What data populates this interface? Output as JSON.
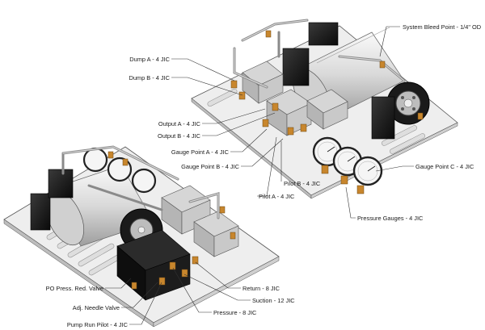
{
  "labels": {
    "system_bleed_point": "System Bleed Point - 1/4\" OD",
    "dump_a": "Dump A - 4 JIC",
    "dump_b": "Dump B - 4 JIC",
    "output_a": "Output A - 4 JIC",
    "output_b": "Output B - 4 JIC",
    "gauge_point_a": "Gauge Point A - 4 JIC",
    "gauge_point_b": "Gauge Point B - 4 JIC",
    "pilot_b": "Pilot B - 4 JIC",
    "pilot_a": "Pilot A - 4 JIC",
    "gauge_point_c": "Gauge Point C - 4 JIC",
    "pressure_gauges": "Pressure Gauges - 4 JIC",
    "po_press_red_valve": "PO Press. Red. Valve",
    "adj_needle_valve": "Adj. Needle Valve",
    "pump_run_pilot": "Pump Run Pilot - 4 JIC",
    "return": "Return - 8 JIC",
    "suction": "Suction - 12 JIC",
    "pressure": "Pressure - 8 JIC"
  },
  "colors": {
    "plate": "#eeeeee",
    "plate_edge": "#555555",
    "cylinder": "#e4e4e4",
    "black_part": "#151515",
    "steel": "#c4c4c4",
    "brass": "#c8862d",
    "leader": "#333333"
  }
}
